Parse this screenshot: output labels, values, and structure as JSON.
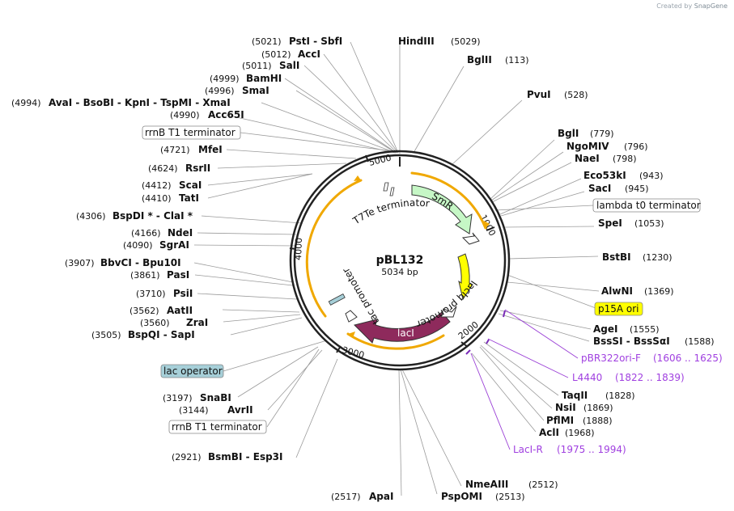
{
  "watermark": {
    "prefix": "Created by",
    "brand": "SnapGene"
  },
  "plasmid": {
    "name": "pBL132",
    "size_label": "5034 bp"
  },
  "ruler": [
    {
      "label": "1000"
    },
    {
      "label": "2000"
    },
    {
      "label": "3000"
    },
    {
      "label": "4000"
    },
    {
      "label": "5000"
    }
  ],
  "sites": [
    {
      "name": "HindIII",
      "pos": "(5029)"
    },
    {
      "name": "BglII",
      "pos": "(113)"
    },
    {
      "name": "PvuI",
      "pos": "(528)"
    },
    {
      "name": "BglI",
      "pos": "(779)"
    },
    {
      "name": "NgoMIV",
      "pos": "(796)"
    },
    {
      "name": "NaeI",
      "pos": "(798)"
    },
    {
      "name": "Eco53kI",
      "pos": "(943)"
    },
    {
      "name": "SacI",
      "pos": "(945)"
    },
    {
      "name": "SpeI",
      "pos": "(1053)"
    },
    {
      "name": "BstBI",
      "pos": "(1230)"
    },
    {
      "name": "AlwNI",
      "pos": "(1369)"
    },
    {
      "name": "AgeI",
      "pos": "(1555)"
    },
    {
      "name": "BssSI  -  BssSαI",
      "pos": "(1588)"
    },
    {
      "name": "TaqII",
      "pos": "(1828)"
    },
    {
      "name": "NsiI",
      "pos": "(1869)"
    },
    {
      "name": "PflMI",
      "pos": "(1888)"
    },
    {
      "name": "AclI",
      "pos": "(1968)"
    },
    {
      "name": "NmeAIII",
      "pos": "(2512)"
    },
    {
      "name": "PspOMI",
      "pos": "(2513)"
    },
    {
      "name": "ApaI",
      "pos": "(2517)"
    },
    {
      "name": "BsmBI  -  Esp3I",
      "pos": "(2921)"
    },
    {
      "name": "AvrII",
      "pos": "(3144)"
    },
    {
      "name": "SnaBI",
      "pos": "(3197)"
    },
    {
      "name": "BspQI  -  SapI",
      "pos": "(3505)"
    },
    {
      "name": "ZraI",
      "pos": "(3560)"
    },
    {
      "name": "AatII",
      "pos": "(3562)"
    },
    {
      "name": "PsiI",
      "pos": "(3710)"
    },
    {
      "name": "PasI",
      "pos": "(3861)"
    },
    {
      "name": "BbvCI  -  Bpu10I",
      "pos": "(3907)"
    },
    {
      "name": "SgrAI",
      "pos": "(4090)"
    },
    {
      "name": "NdeI",
      "pos": "(4166)"
    },
    {
      "name": "BspDI *  -  ClaI *",
      "pos": "(4306)"
    },
    {
      "name": "TatI",
      "pos": "(4410)"
    },
    {
      "name": "ScaI",
      "pos": "(4412)"
    },
    {
      "name": "RsrII",
      "pos": "(4624)"
    },
    {
      "name": "MfeI",
      "pos": "(4721)"
    },
    {
      "name": "Acc65I",
      "pos": "(4990)"
    },
    {
      "name": "AvaI  -  BsoBI  -  KpnI  -  TspMI  -  XmaI",
      "pos": "(4994)"
    },
    {
      "name": "SmaI",
      "pos": "(4996)"
    },
    {
      "name": "BamHI",
      "pos": "(4999)"
    },
    {
      "name": "SalI",
      "pos": "(5011)"
    },
    {
      "name": "AccI",
      "pos": "(5012)"
    },
    {
      "name": "PstI  -  SbfI",
      "pos": "(5021)"
    }
  ],
  "primers": [
    {
      "name": "pBR322ori-F",
      "range": "(1606 .. 1625)"
    },
    {
      "name": "L4440",
      "range": "(1822 .. 1839)"
    },
    {
      "name": "LacI-R",
      "range": "(1975 .. 1994)"
    }
  ],
  "outer_features": [
    {
      "label": "lambda t0 terminator",
      "color": "#ffffff"
    },
    {
      "label": "p15A ori",
      "color": "#ffff00"
    },
    {
      "label": "lac operator",
      "color": "#a6cfd8"
    },
    {
      "label": "rrnB T1 terminator",
      "color": "#ffffff"
    },
    {
      "label": "rrnB T1 terminator",
      "color": "#ffffff"
    }
  ],
  "inner_features": [
    {
      "label": "SmR",
      "color": "#c6f7c6"
    },
    {
      "label": "lacI",
      "color": "#8e2a5c"
    },
    {
      "label": "lacIq promoter",
      "color": "#ffffff"
    },
    {
      "label": "tac promoter",
      "color": "#ffffff"
    },
    {
      "label": "T7Te terminator",
      "color": "#ffffff"
    }
  ],
  "colors": {
    "orf": "#f0a800",
    "backbone": "#222222",
    "primer": "#a040e0"
  }
}
